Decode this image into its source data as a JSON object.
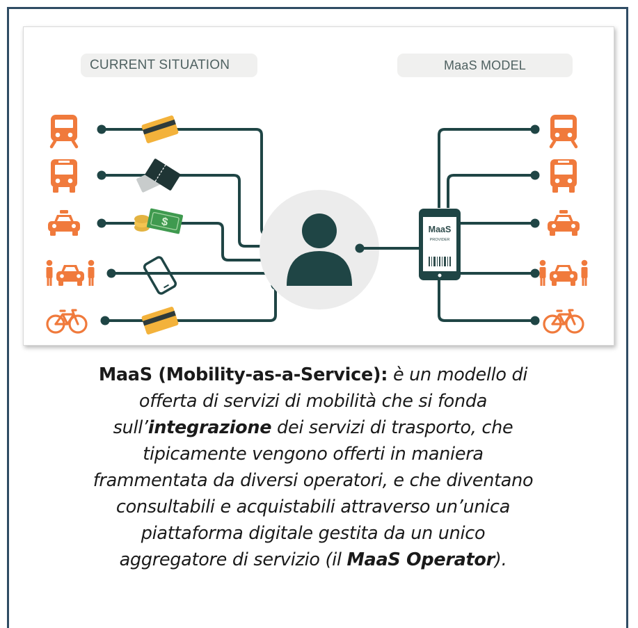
{
  "diagram": {
    "left_header": "CURRENT SITUATION",
    "right_header": "MaaS MODEL",
    "phone_label": "MaaS",
    "phone_sublabel": "PROVIDER",
    "colors": {
      "accent_orange": "#f07a3c",
      "line_teal": "#1f4545",
      "user_grey": "#ececec",
      "card_yellow": "#f3b23b",
      "cash_green": "#3f9a4f"
    },
    "left_rows": [
      {
        "icon": "train-icon",
        "payment": "credit-card-icon"
      },
      {
        "icon": "bus-icon",
        "payment": "tickets-icon"
      },
      {
        "icon": "taxi-icon",
        "payment": "cash-icon"
      },
      {
        "icon": "car-sharing-icon",
        "payment": "smartphone-icon"
      },
      {
        "icon": "bicycle-icon",
        "payment": "credit-card-icon"
      }
    ],
    "right_rows": [
      {
        "icon": "train-icon"
      },
      {
        "icon": "bus-icon"
      },
      {
        "icon": "taxi-icon"
      },
      {
        "icon": "car-sharing-icon"
      },
      {
        "icon": "bicycle-icon"
      }
    ]
  },
  "caption": {
    "l1_bold": "MaaS (Mobility-as-a-Service):",
    "l1_italic": " è un modello di",
    "l2": "offerta di servizi di mobilità che si fonda",
    "l3_a": "sull’",
    "l3_bold": "integrazione",
    "l3_b": " dei servizi di trasporto, che",
    "l4": "tipicamente  vengono offerti in maniera",
    "l5": "frammentata da diversi operatori, e che diventano",
    "l6": "consultabili e acquistabili attraverso un’unica",
    "l7": "piattaforma digitale gestita da un unico",
    "l8_a": "aggregatore di servizio (il  ",
    "l8_bold": "MaaS Operator",
    "l8_b": ")."
  }
}
